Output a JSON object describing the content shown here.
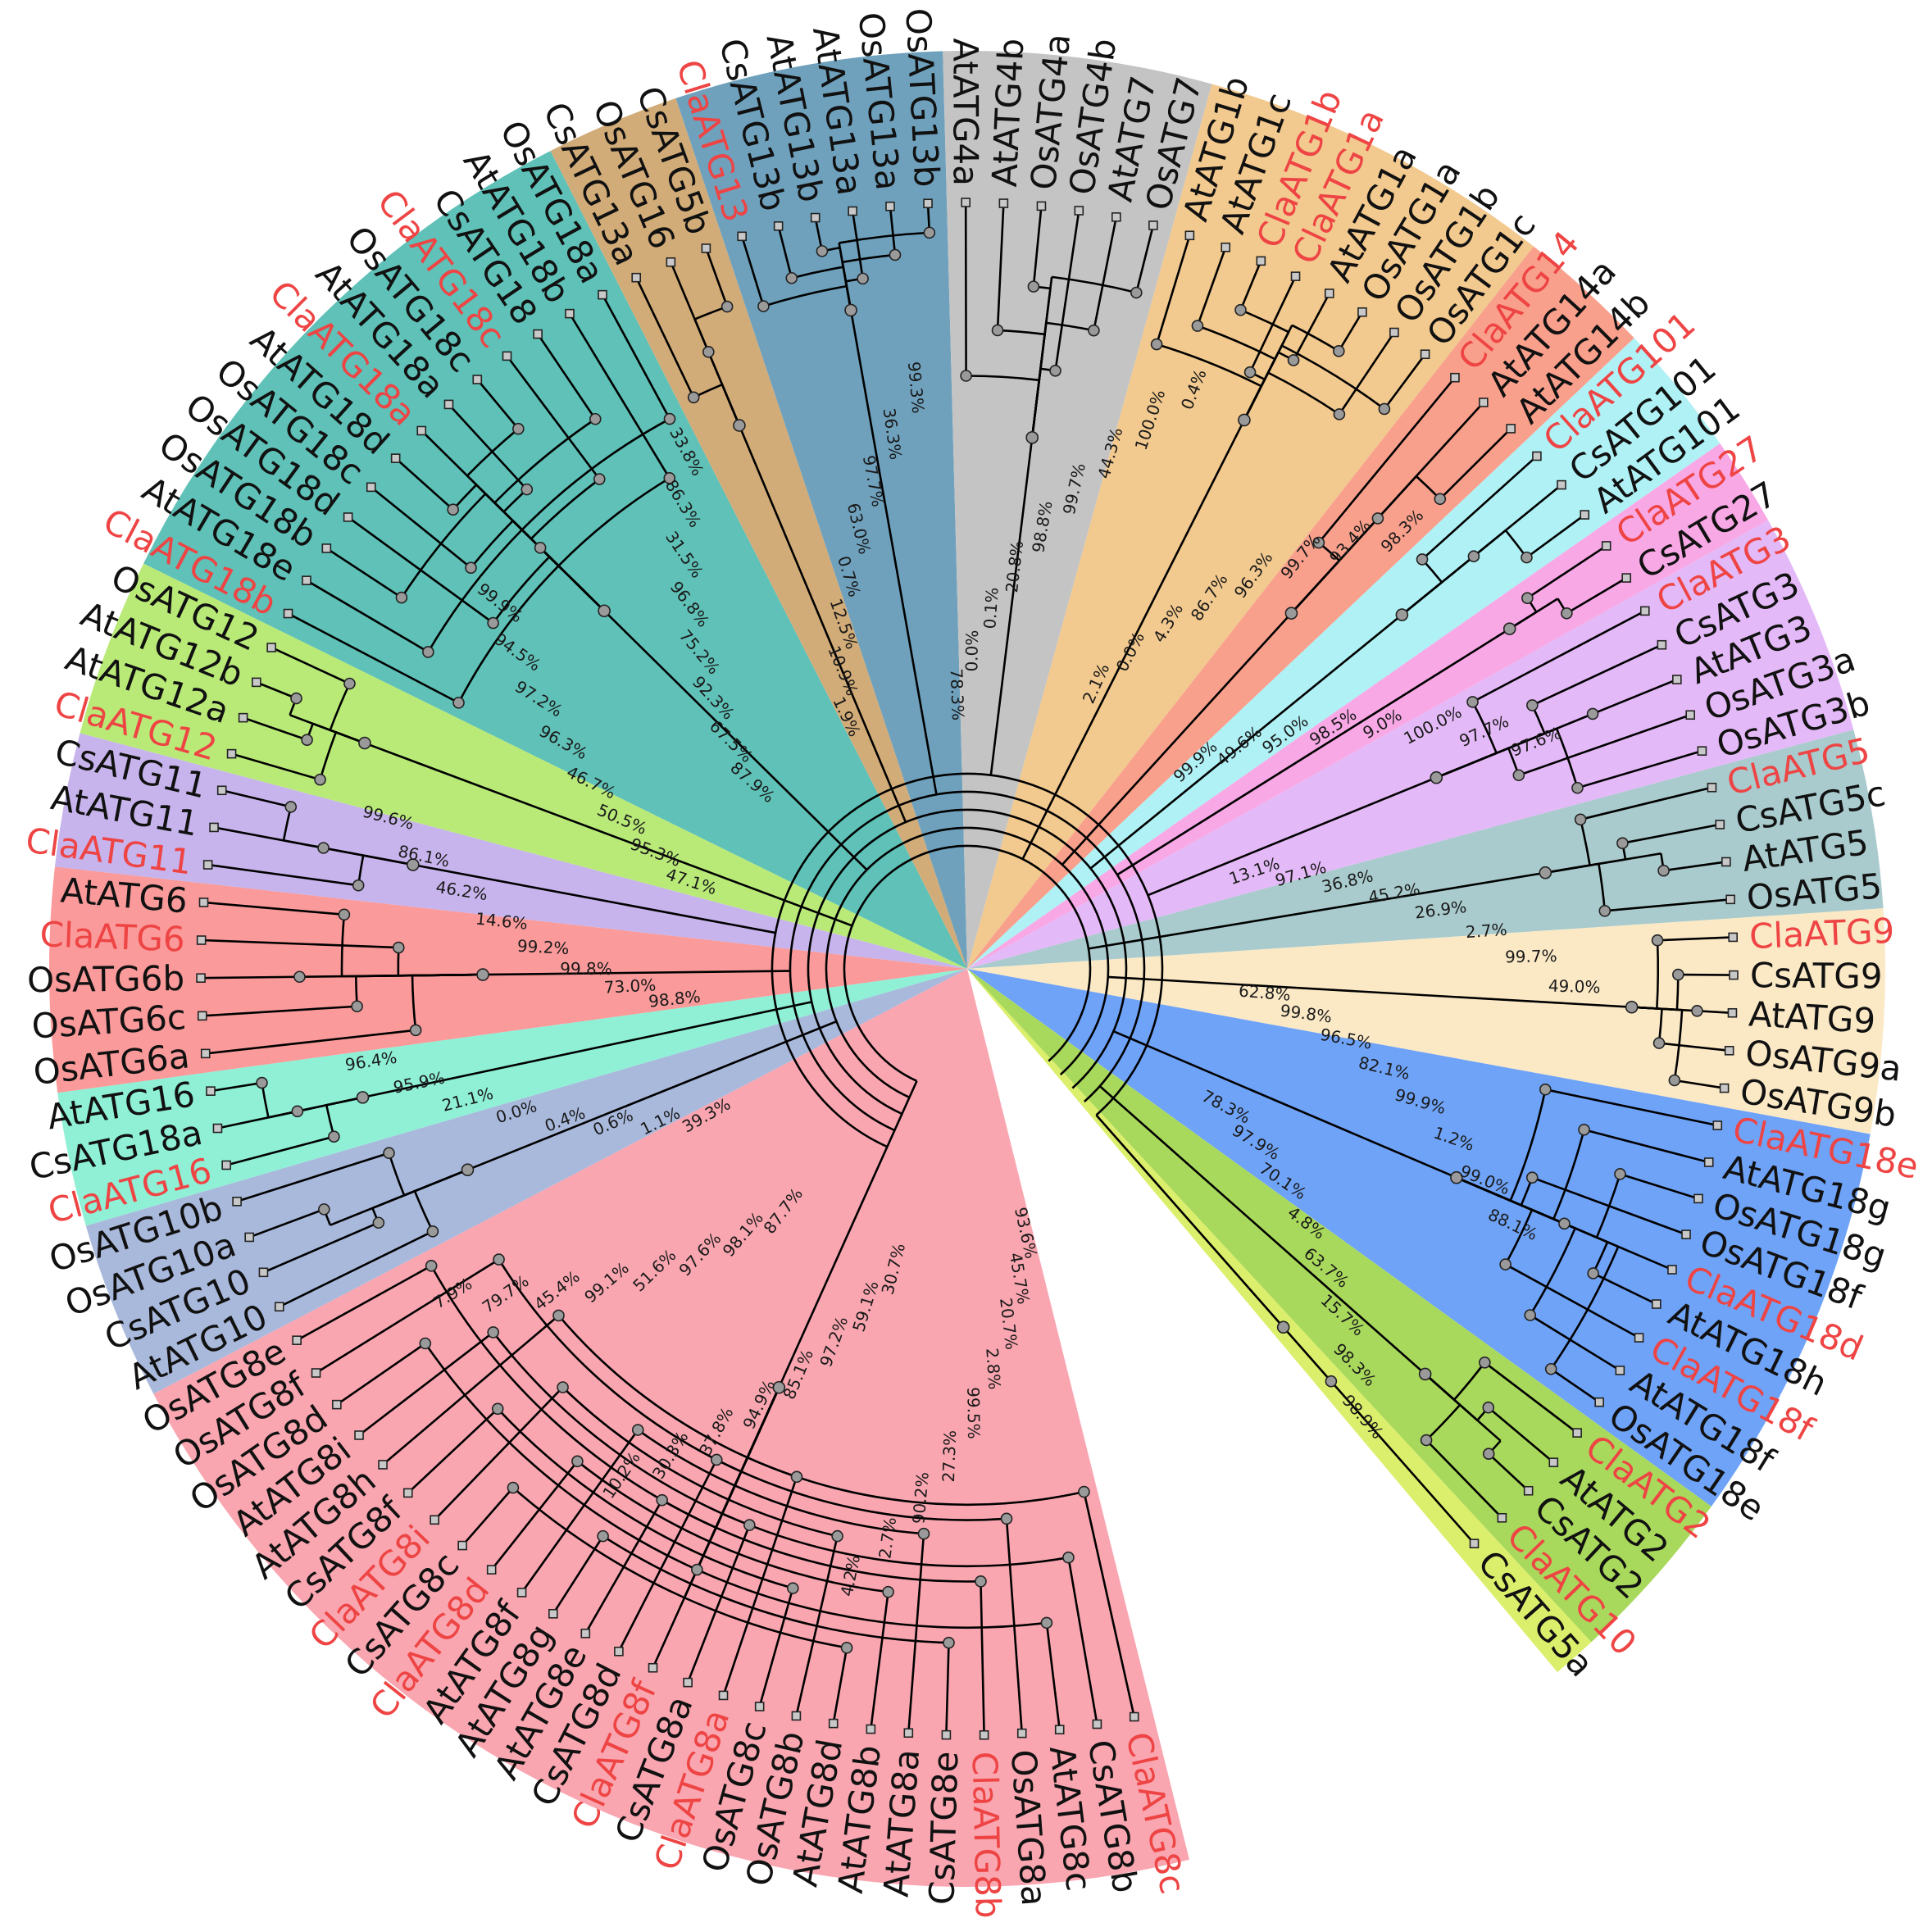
{
  "colors": {
    "highlight_label": "#ee4444",
    "default_label": "#111111"
  },
  "clades": [
    {
      "id": "atg8",
      "color": "#f9a6b0",
      "leaves": [
        {
          "label": "ClaATG8c",
          "hl": true
        },
        {
          "label": "CsATG8b"
        },
        {
          "label": "AtATG8c"
        },
        {
          "label": "OsATG8a"
        },
        {
          "label": "ClaATG8b",
          "hl": true
        },
        {
          "label": "CsATG8e"
        },
        {
          "label": "AtATG8a"
        },
        {
          "label": "AtATG8b"
        },
        {
          "label": "AtATG8d"
        },
        {
          "label": "OsATG8b"
        },
        {
          "label": "OsATG8c"
        },
        {
          "label": "ClaATG8a",
          "hl": true
        },
        {
          "label": "CsATG8a"
        },
        {
          "label": "ClaATG8f",
          "hl": true
        },
        {
          "label": "CsATG8d"
        },
        {
          "label": "AtATG8e"
        },
        {
          "label": "AtATG8g"
        },
        {
          "label": "AtATG8f"
        },
        {
          "label": "ClaATG8d",
          "hl": true
        },
        {
          "label": "CsATG8c"
        },
        {
          "label": "ClaATG8i",
          "hl": true
        },
        {
          "label": "CsATG8f"
        },
        {
          "label": "AtATG8h"
        },
        {
          "label": "AtATG8i"
        },
        {
          "label": "OsATG8d"
        },
        {
          "label": "OsATG8f"
        },
        {
          "label": "OsATG8e"
        }
      ]
    },
    {
      "id": "atg10",
      "color": "#a9b9dc",
      "leaves": [
        {
          "label": "AtATG10"
        },
        {
          "label": "CsATG10"
        },
        {
          "label": "OsATG10a"
        },
        {
          "label": "OsATG10b"
        }
      ]
    },
    {
      "id": "atg16",
      "color": "#8ff0d6",
      "leaves": [
        {
          "label": "ClaATG16",
          "hl": true
        },
        {
          "label": "CsATG18a"
        },
        {
          "label": "AtATG16"
        }
      ]
    },
    {
      "id": "atg6",
      "color": "#fa9a9a",
      "leaves": [
        {
          "label": "OsATG6a"
        },
        {
          "label": "OsATG6c"
        },
        {
          "label": "OsATG6b"
        },
        {
          "label": "ClaATG6",
          "hl": true
        },
        {
          "label": "AtATG6"
        }
      ]
    },
    {
      "id": "atg11",
      "color": "#c7b4ec",
      "leaves": [
        {
          "label": "ClaATG11",
          "hl": true
        },
        {
          "label": "AtATG11"
        },
        {
          "label": "CsATG11"
        }
      ]
    },
    {
      "id": "atg12",
      "color": "#b9ea78",
      "leaves": [
        {
          "label": "ClaATG12",
          "hl": true
        },
        {
          "label": "AtATG12a"
        },
        {
          "label": "AtATG12b"
        },
        {
          "label": "OsATG12"
        }
      ]
    },
    {
      "id": "atg18b",
      "color": "#5fc1b7",
      "leaves": [
        {
          "label": "ClaATG18b",
          "hl": true
        },
        {
          "label": "AtATG18e"
        },
        {
          "label": "OsATG18b"
        },
        {
          "label": "OsATG18d"
        },
        {
          "label": "OsATG18c"
        },
        {
          "label": "AtATG18d"
        },
        {
          "label": "ClaATG18a",
          "hl": true
        },
        {
          "label": "AtATG18a"
        },
        {
          "label": "OsATG18c"
        },
        {
          "label": "ClaATG18c",
          "hl": true
        },
        {
          "label": "CsATG18"
        },
        {
          "label": "AtATG18b"
        },
        {
          "label": "OsATG18a"
        }
      ]
    },
    {
      "id": "atg16b",
      "color": "#d2ac78",
      "leaves": [
        {
          "label": "CsATG13a"
        },
        {
          "label": "OsATG16"
        },
        {
          "label": "CsATG5b"
        }
      ]
    },
    {
      "id": "atg13",
      "color": "#6fa1bd",
      "leaves": [
        {
          "label": "ClaATG13",
          "hl": true
        },
        {
          "label": "CsATG13b"
        },
        {
          "label": "AtATG13b"
        },
        {
          "label": "AtATG13a"
        },
        {
          "label": "OsATG13a"
        },
        {
          "label": "OsATG13b"
        }
      ]
    },
    {
      "id": "atg4",
      "color": "#c4c4c4",
      "leaves": [
        {
          "label": "AtATG4a"
        },
        {
          "label": "AtATG4b"
        },
        {
          "label": "OsATG4a"
        },
        {
          "label": "OsATG4b"
        },
        {
          "label": "AtATG7"
        },
        {
          "label": "OsATG7"
        }
      ]
    },
    {
      "id": "atg1",
      "color": "#f2c98e",
      "leaves": [
        {
          "label": "AtATG1b"
        },
        {
          "label": "AtATG1c"
        },
        {
          "label": "ClaATG1b",
          "hl": true
        },
        {
          "label": "ClaATG1a",
          "hl": true
        },
        {
          "label": "AtATG1a"
        },
        {
          "label": "OsATG1a"
        },
        {
          "label": "OsATG1b"
        },
        {
          "label": "OsATG1c"
        }
      ]
    },
    {
      "id": "atg14",
      "color": "#f9a08c",
      "leaves": [
        {
          "label": "ClaATG14",
          "hl": true
        },
        {
          "label": "AtATG14a"
        },
        {
          "label": "AtATG14b"
        }
      ]
    },
    {
      "id": "atg101",
      "color": "#b0f1f5",
      "leaves": [
        {
          "label": "ClaATG101",
          "hl": true
        },
        {
          "label": "CsATG101"
        },
        {
          "label": "AtATG101"
        }
      ]
    },
    {
      "id": "atg27",
      "color": "#f9a8e6",
      "leaves": [
        {
          "label": "ClaATG27",
          "hl": true
        },
        {
          "label": "CsATG27"
        }
      ]
    },
    {
      "id": "atg3",
      "color": "#e4b9f7",
      "leaves": [
        {
          "label": "ClaATG3",
          "hl": true
        },
        {
          "label": "CsATG3"
        },
        {
          "label": "AtATG3"
        },
        {
          "label": "OsATG3a"
        },
        {
          "label": "OsATG3b"
        }
      ]
    },
    {
      "id": "atg5",
      "color": "#a9cbcd",
      "leaves": [
        {
          "label": "ClaATG5",
          "hl": true
        },
        {
          "label": "CsATG5c"
        },
        {
          "label": "AtATG5"
        },
        {
          "label": "OsATG5"
        }
      ]
    },
    {
      "id": "atg9",
      "color": "#fbe9c6",
      "leaves": [
        {
          "label": "ClaATG9",
          "hl": true
        },
        {
          "label": "CsATG9"
        },
        {
          "label": "AtATG9"
        },
        {
          "label": "OsATG9a"
        },
        {
          "label": "OsATG9b"
        }
      ]
    },
    {
      "id": "atg18a",
      "color": "#6fa3f7",
      "leaves": [
        {
          "label": "ClaATG18e",
          "hl": true
        },
        {
          "label": "AtATG18g"
        },
        {
          "label": "OsATG18g"
        },
        {
          "label": "OsATG18f"
        },
        {
          "label": "ClaATG18d",
          "hl": true
        },
        {
          "label": "AtATG18h"
        },
        {
          "label": "ClaATG18f",
          "hl": true
        },
        {
          "label": "AtATG18f"
        },
        {
          "label": "OsATG18e"
        }
      ]
    },
    {
      "id": "atg2",
      "color": "#a9d95c",
      "leaves": [
        {
          "label": "ClaATG2",
          "hl": true
        },
        {
          "label": "AtATG2"
        },
        {
          "label": "CsATG2"
        },
        {
          "label": "ClaATG10",
          "hl": true
        }
      ]
    },
    {
      "id": "atg5a",
      "color": "#dcef6c",
      "leaves": [
        {
          "label": "CsATG5a"
        }
      ]
    }
  ],
  "supports": [
    "93.6%",
    "45.7%",
    "20.7%",
    "2.8%",
    "99.5%",
    "27.3%",
    "90.2%",
    "2.7%",
    "4.2%",
    "30.7%",
    "59.1%",
    "97.2%",
    "85.1%",
    "94.9%",
    "37.8%",
    "30.3%",
    "10.2%",
    "87.7%",
    "98.1%",
    "97.6%",
    "51.6%",
    "99.1%",
    "45.4%",
    "79.7%",
    "7.9%",
    "39.3%",
    "1.1%",
    "0.6%",
    "0.4%",
    "0.0%",
    "21.1%",
    "95.9%",
    "96.4%",
    "98.8%",
    "73.0%",
    "99.8%",
    "99.2%",
    "14.6%",
    "46.2%",
    "86.1%",
    "99.6%",
    "47.1%",
    "95.3%",
    "50.5%",
    "46.7%",
    "96.3%",
    "97.2%",
    "94.5%",
    "99.9%",
    "87.9%",
    "67.5%",
    "92.3%",
    "75.2%",
    "96.8%",
    "31.5%",
    "86.3%",
    "33.8%",
    "1.9%",
    "10.9%",
    "12.5%",
    "0.7%",
    "63.0%",
    "97.7%",
    "36.3%",
    "99.3%",
    "78.3%",
    "0.0%",
    "0.1%",
    "20.8%",
    "98.8%",
    "99.7%",
    "44.3%",
    "100.0%",
    "0.4%",
    "2.1%",
    "0.0%",
    "4.3%",
    "86.7%",
    "96.3%",
    "99.7%",
    "93.4%",
    "98.3%",
    "99.9%",
    "49.6%",
    "95.0%",
    "98.5%",
    "9.0%",
    "100.0%",
    "97.7%",
    "97.6%",
    "13.1%",
    "97.1%",
    "36.8%",
    "45.2%",
    "26.9%",
    "2.7%",
    "99.7%",
    "49.0%",
    "62.8%",
    "99.8%",
    "96.5%",
    "82.1%",
    "99.9%",
    "1.2%",
    "99.0%",
    "88.1%",
    "78.3%",
    "97.9%",
    "70.1%",
    "4.8%",
    "63.7%",
    "15.7%",
    "98.3%",
    "98.9%"
  ]
}
